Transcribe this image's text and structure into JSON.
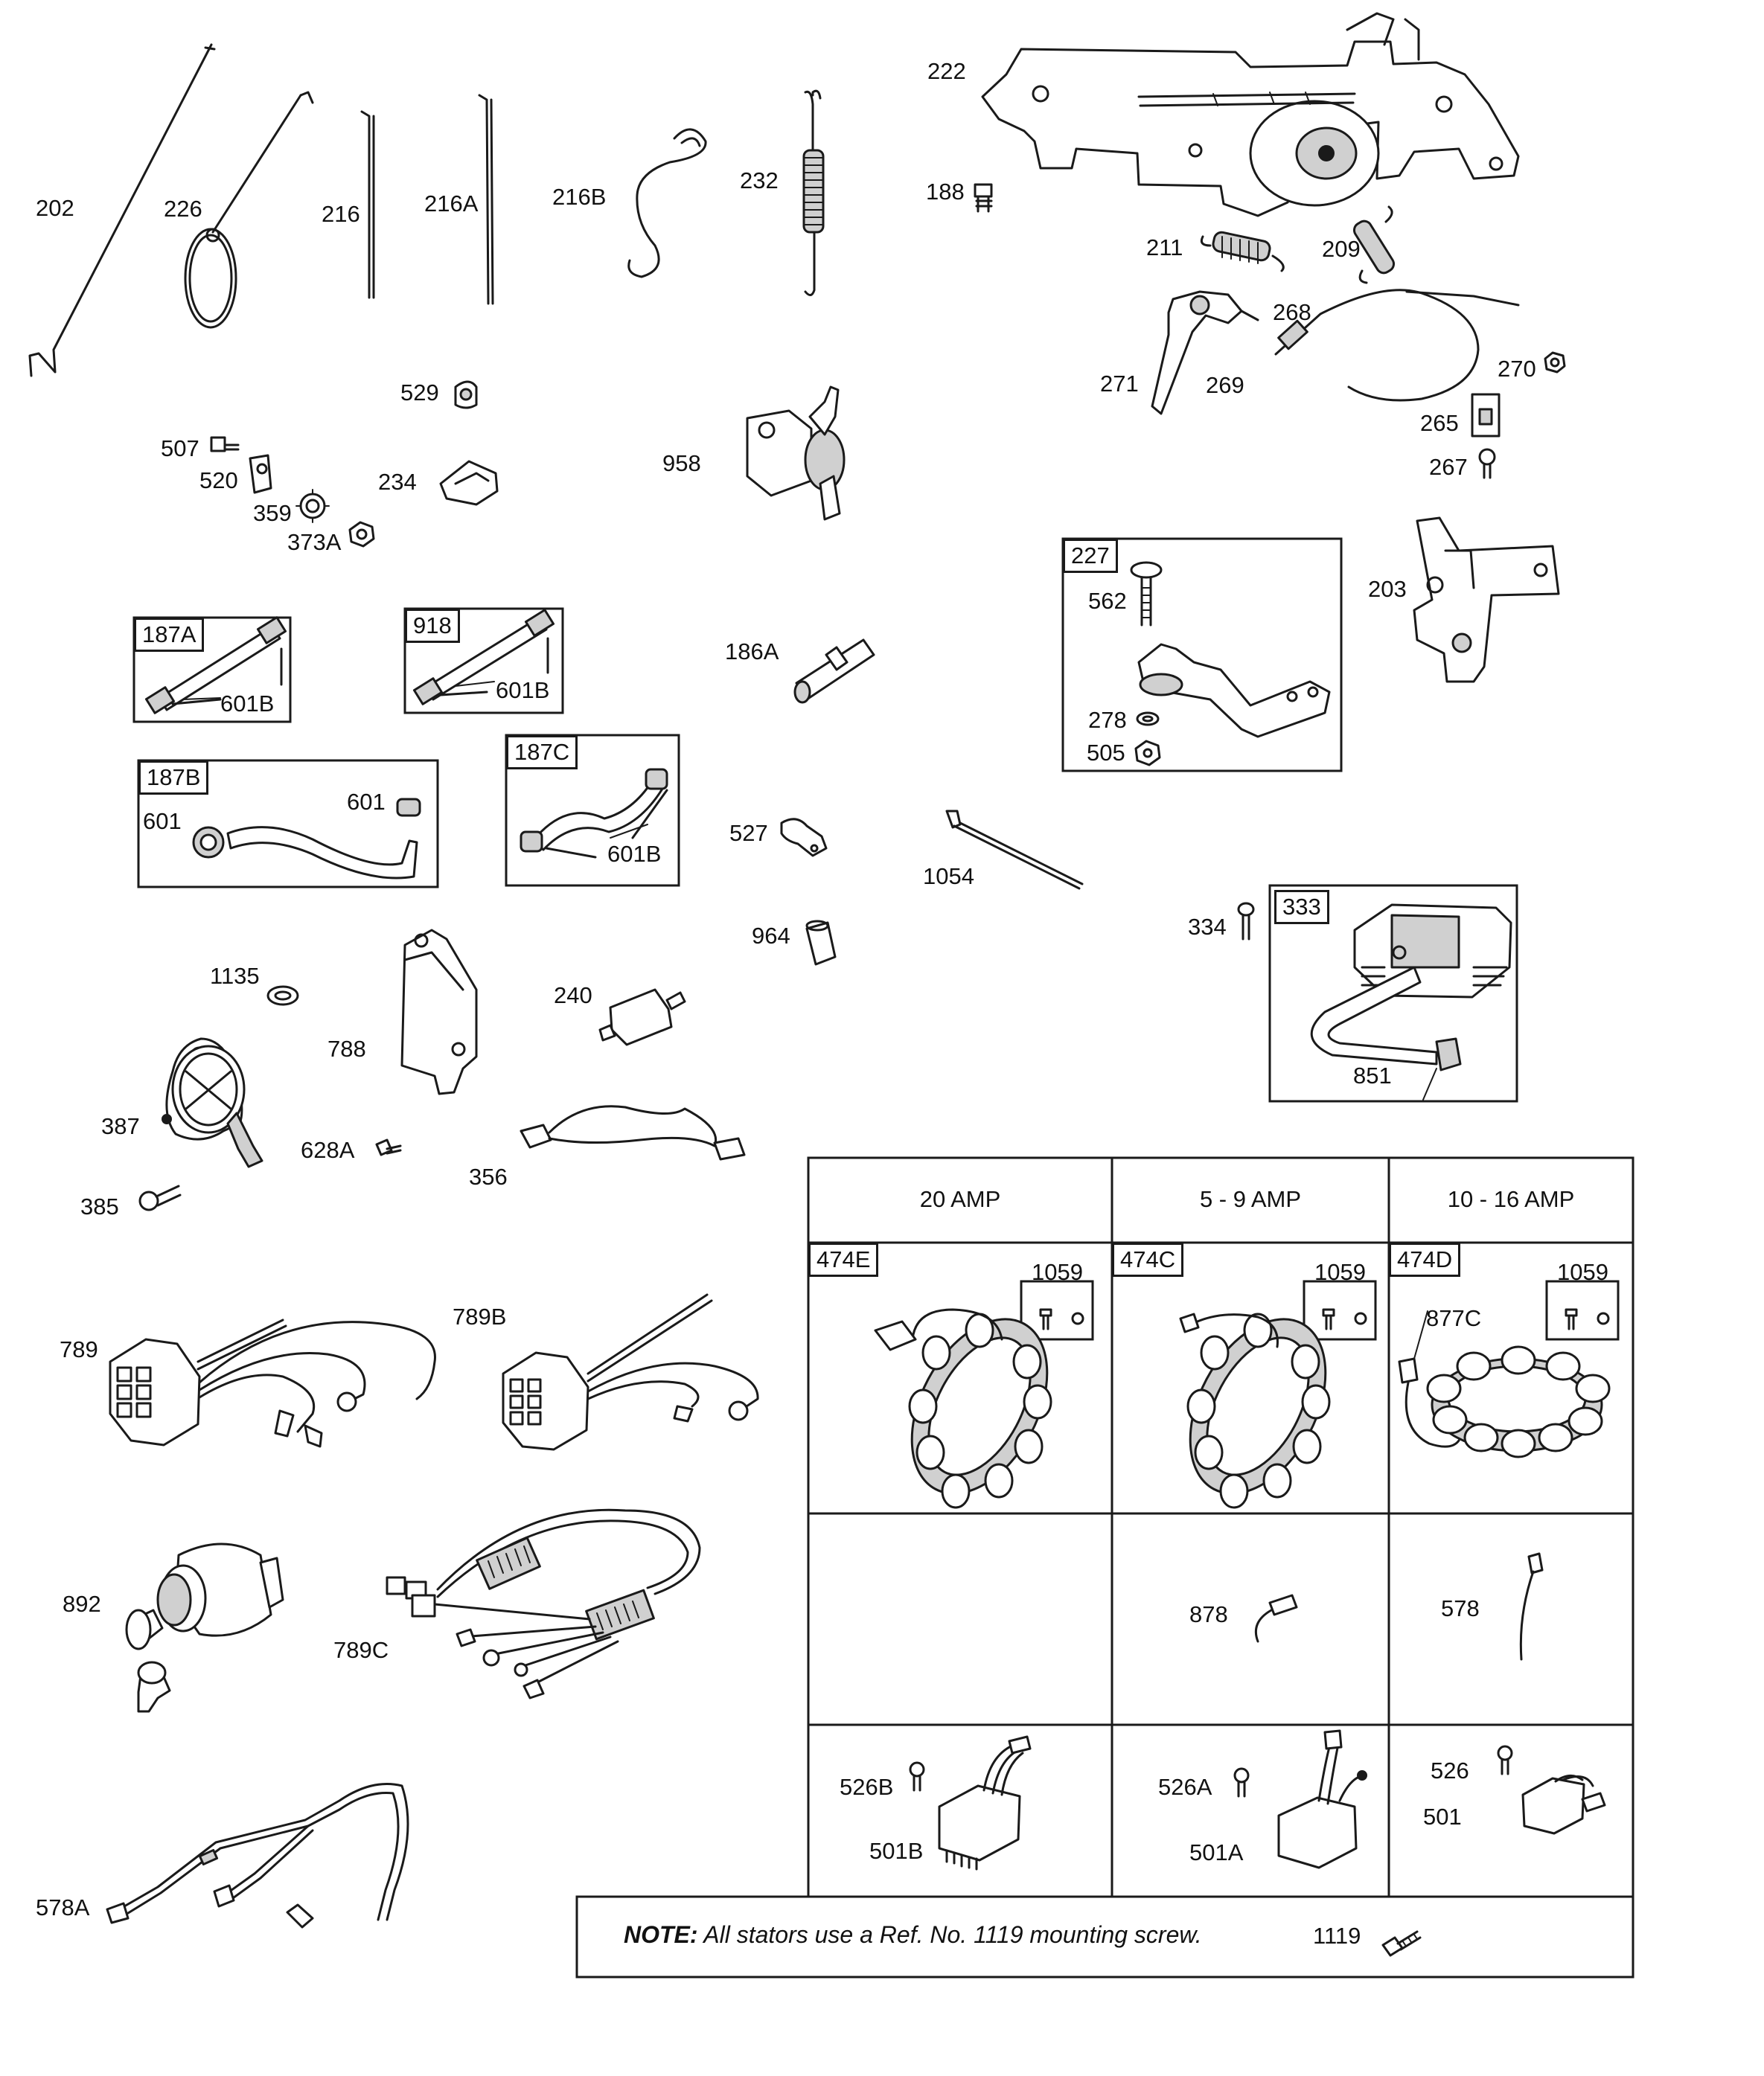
{
  "labels": {
    "p202": "202",
    "p226": "226",
    "p216": "216",
    "p216A": "216A",
    "p216B": "216B",
    "p232": "232",
    "p222": "222",
    "p188": "188",
    "p211": "211",
    "p209": "209",
    "p268": "268",
    "p271": "271",
    "p269": "269",
    "p270": "270",
    "p265": "265",
    "p267": "267",
    "p529": "529",
    "p507": "507",
    "p520": "520",
    "p359": "359",
    "p373A": "373A",
    "p234": "234",
    "p958": "958",
    "p187A": "187A",
    "p601B_a": "601B",
    "p918": "918",
    "p601B_b": "601B",
    "p186A": "186A",
    "p227": "227",
    "p562": "562",
    "p278": "278",
    "p505": "505",
    "p203": "203",
    "p187B": "187B",
    "p601_a": "601",
    "p601_b": "601",
    "p187C": "187C",
    "p601B_c": "601B",
    "p527": "527",
    "p1054": "1054",
    "p964": "964",
    "p334": "334",
    "p333": "333",
    "p851": "851",
    "p1135": "1135",
    "p240": "240",
    "p788": "788",
    "p387": "387",
    "p628A": "628A",
    "p356": "356",
    "p385": "385",
    "p789": "789",
    "p789B": "789B",
    "p892": "892",
    "p789C": "789C",
    "p578A": "578A",
    "p474E": "474E",
    "p474C": "474C",
    "p474D": "474D",
    "p1059_a": "1059",
    "p1059_b": "1059",
    "p1059_c": "1059",
    "p877C": "877C",
    "p878": "878",
    "p578": "578",
    "p526B": "526B",
    "p501B": "501B",
    "p526A": "526A",
    "p501A": "501A",
    "p526": "526",
    "p501": "501",
    "p1119": "1119"
  },
  "table": {
    "headers": [
      "20 AMP",
      "5 - 9 AMP",
      "10 - 16 AMP"
    ]
  },
  "note": {
    "prefix": "NOTE:",
    "text": " All stators use a Ref. No. 1119 mounting screw."
  }
}
